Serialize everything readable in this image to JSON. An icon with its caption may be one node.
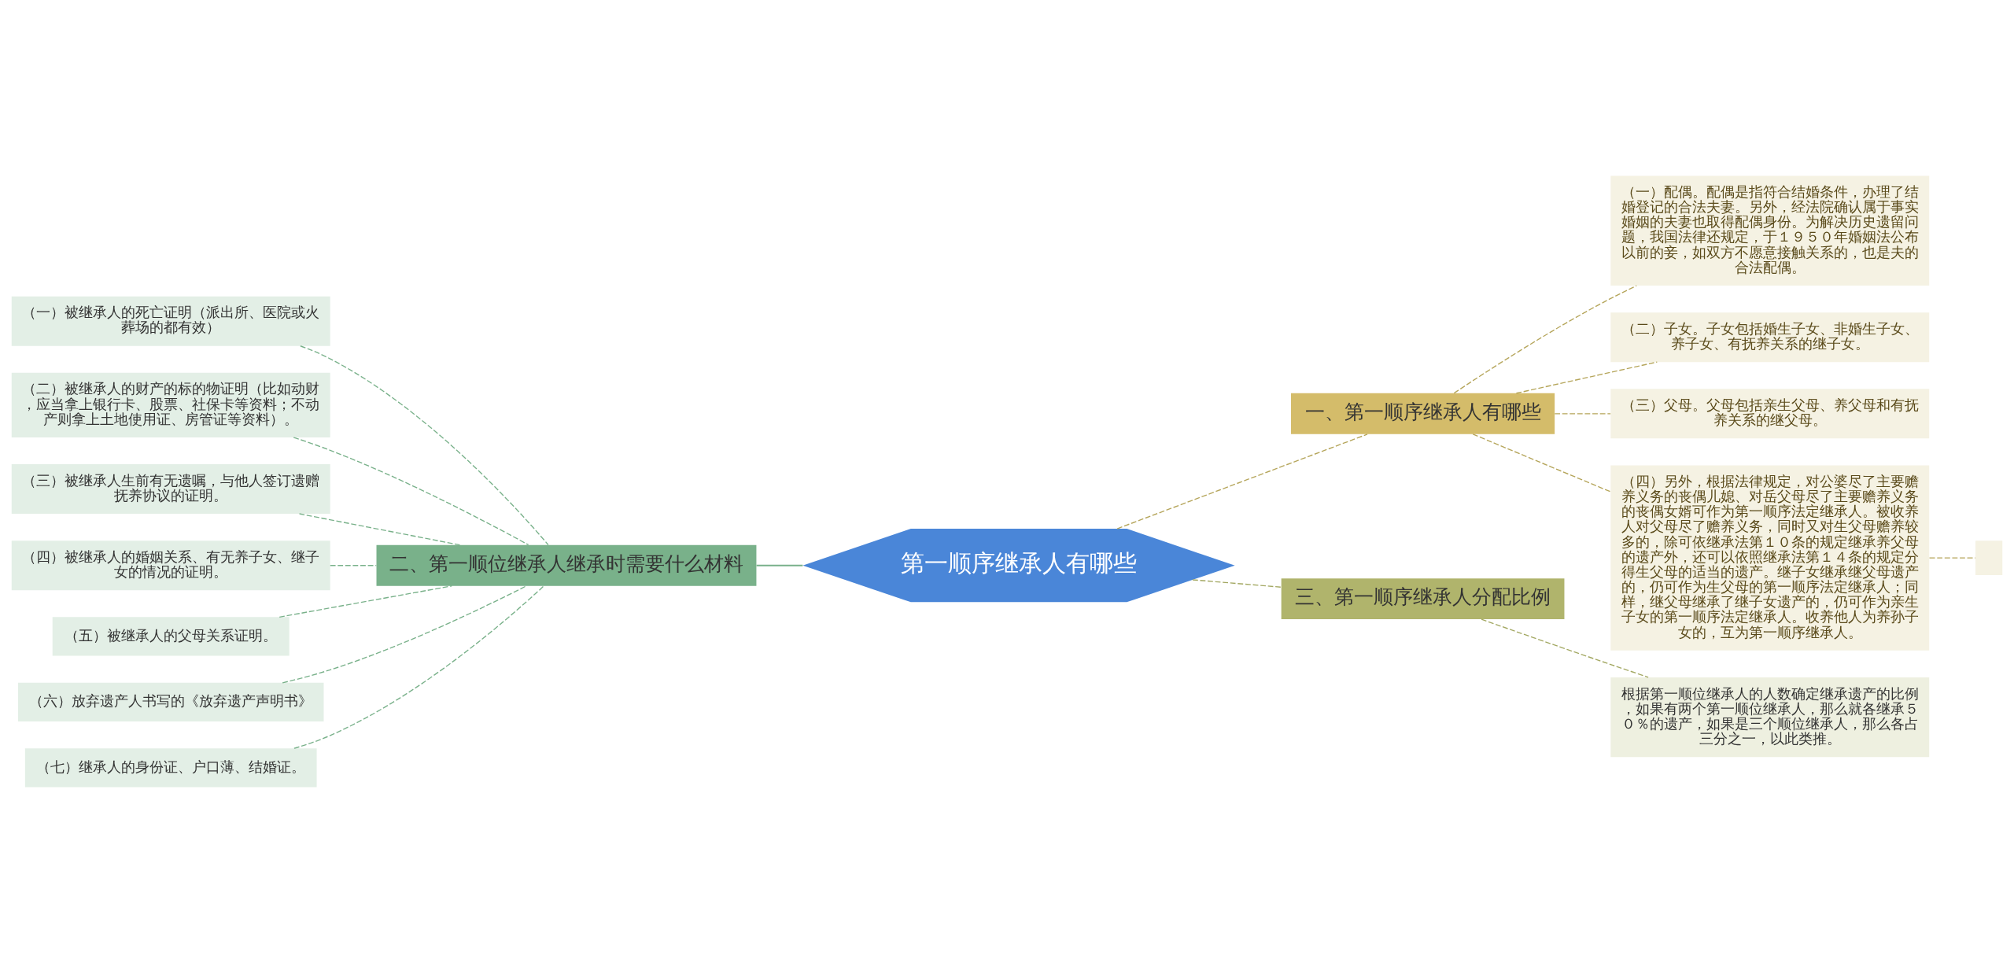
{
  "diagram": {
    "nodes": [
      {
        "text": [
          "第一顺序继承人有哪些"
        ]
      },
      {
        "text": [
          "一、第一顺序继承人有哪些"
        ]
      },
      {
        "text": [
          "（一）配偶。配偶是指符合结婚条件，办理了结婚登记的合法夫妻。另外，经法院确认属于事实婚姻的夫妻也取得配偶身份。为解决历史遗留问题，我国法律还规定，于１９５０年婚姻法公布以前的妾，如双方不愿意接触关系的，也是夫的合法配偶。"
        ]
      },
      {
        "text": [
          "（二）子女。子女包括婚生子女、非婚生子女、养子女、有抚养关系的继子女。"
        ]
      },
      {
        "text": [
          "（三）父母。父母包括亲生父母、养父母和有抚养关系的继父母。"
        ]
      },
      {
        "text": [
          "（四）另外，根据法律规定，对公婆尽了主要赡养义务的丧偶儿媳、对岳父母尽了主要赡养义务的丧偶女婿可作为第一顺序法定继承人。被收养人对父母尽了赡养义务，同时又对生父母赡养较多的，除可依继承法第１０条的规定继承养父母的遗产外，还可以依照继承法第１４条的规定分得生父母的适当的遗产。继子女继承继父母遗产的，仍可作为生父母的第一顺序法定继承人；同样，继父母继承了继子女遗产的，仍可作为亲生子女的第一顺序法定继承人。收养他人为养孙子女的，互为第一顺序继承人。"
        ]
      },
      {
        "text": [],
        "shape": "box"
      },
      {
        "text": [
          "三、第一顺序继承人分配比例"
        ]
      },
      {
        "text": [
          "根据第一顺位继承人的人数确定继承遗产的比例，如果有两个第一顺位继承人，那么就各继承５０％的遗产，如果是三个顺位继承人，那么各占三分之一，以此类推。"
        ]
      },
      {
        "text": [
          "二、第一顺位继承人继承时需要什么材料"
        ]
      },
      {
        "text": [
          "（一）被继承人的死亡证明（派出所、医院或火葬场的都有效）"
        ]
      },
      {
        "text": [
          "（二）被继承人的财产的标的物证明（比如动财，应当拿上银行卡、股票、社保卡等资料；不动产则拿上土地使用证、房管证等资料）。"
        ]
      },
      {
        "text": [
          "（三）被继承人生前有无遗嘱，与他人签订遗赠抚养协议的证明。"
        ]
      },
      {
        "text": [
          "（四）被继承人的婚姻关系、有无养子女、继子女的情况的证明。"
        ]
      },
      {
        "text": [
          "（五）被继承人的父母关系证明。"
        ]
      },
      {
        "text": [
          "（六）放弃遗产人书写的《放弃遗产声明书》"
        ]
      },
      {
        "text": [
          "（七）继承人的身份证、户口薄、结婚证。"
        ]
      }
    ],
    "edges": [
      {
        "from": 0,
        "to": 1,
        "arrow": "none",
        "style": "dashed",
        "color": "#b5a55a"
      },
      {
        "from": 1,
        "to": 2,
        "arrow": "none",
        "style": "dashed",
        "color": "#b5a55a"
      },
      {
        "from": 1,
        "to": 3,
        "arrow": "none",
        "style": "dashed",
        "color": "#b5a55a"
      },
      {
        "from": 1,
        "to": 4,
        "arrow": "none",
        "style": "dashed",
        "color": "#b5a55a"
      },
      {
        "from": 1,
        "to": 5,
        "arrow": "none",
        "style": "dashed",
        "color": "#b5a55a"
      },
      {
        "from": 5,
        "to": 6,
        "arrow": "none",
        "style": "dashed",
        "color": "#b5a55a"
      },
      {
        "from": 0,
        "to": 7,
        "arrow": "none",
        "style": "dashed",
        "color": "#a3a862"
      },
      {
        "from": 7,
        "to": 8,
        "arrow": "none",
        "style": "dashed",
        "color": "#a3a862"
      },
      {
        "from": 0,
        "to": 9,
        "arrow": "none",
        "color": "#79b18a"
      },
      {
        "from": 9,
        "to": 10,
        "arrow": "none",
        "style": "dashed",
        "color": "#79b18a"
      },
      {
        "from": 9,
        "to": 11,
        "arrow": "none",
        "style": "dashed",
        "color": "#79b18a"
      },
      {
        "from": 9,
        "to": 12,
        "arrow": "none",
        "style": "dashed",
        "color": "#79b18a"
      },
      {
        "from": 9,
        "to": 13,
        "arrow": "none",
        "style": "dashed",
        "color": "#79b18a"
      },
      {
        "from": 9,
        "to": 14,
        "arrow": "none",
        "style": "dashed",
        "color": "#79b18a"
      },
      {
        "from": 9,
        "to": 15,
        "arrow": "none",
        "style": "dashed",
        "color": "#79b18a"
      },
      {
        "from": 9,
        "to": 16,
        "arrow": "none",
        "style": "dashed",
        "color": "#79b18a"
      }
    ]
  }
}
